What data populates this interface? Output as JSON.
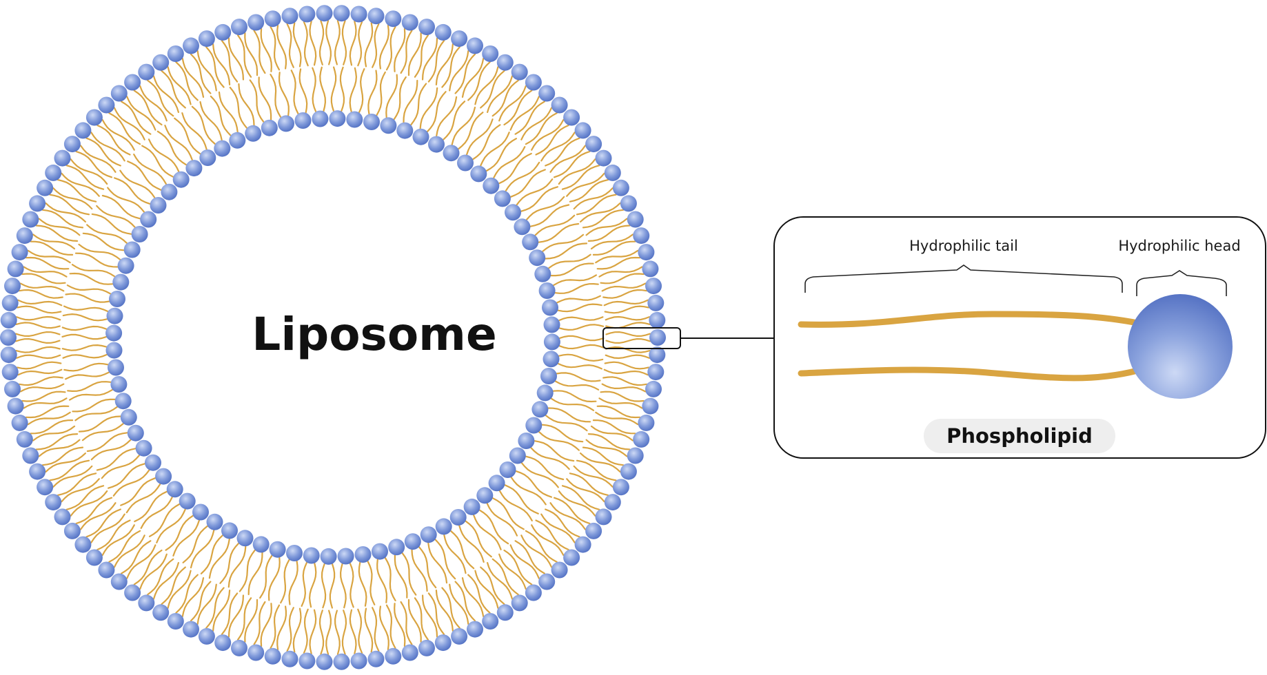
{
  "diagram": {
    "title": "Liposome",
    "inset": {
      "tail_label": "Hydrophilic tail",
      "head_label": "Hydrophilic head",
      "caption": "Phospholipid"
    }
  },
  "colors": {
    "head_fill_light": "#cdd9f5",
    "head_fill_mid": "#7f99da",
    "head_fill_dark": "#4f6ec2",
    "tail": "#d9a441",
    "outline": "#111111",
    "pill_bg": "#eeeeee"
  }
}
